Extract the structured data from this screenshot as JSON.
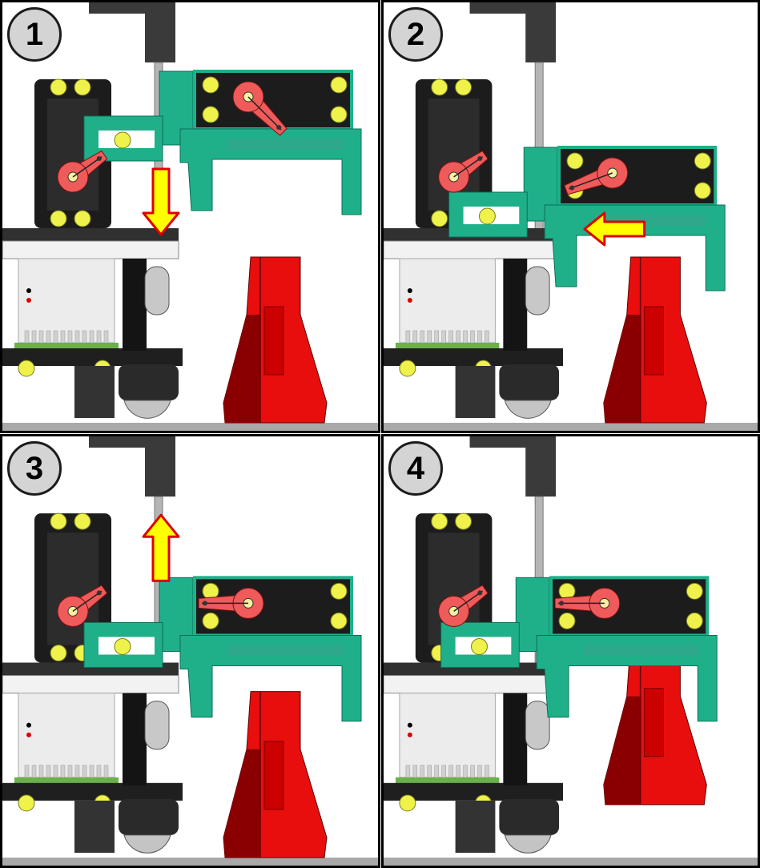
{
  "colors": {
    "green": "#1fb08a",
    "green_dark": "#0b6e55",
    "red": "#e80e0e",
    "red_dark": "#8a0000",
    "servo_black": "#1c1c1c",
    "screw_yellow": "#eef24a",
    "horn": "#ef5a5a",
    "arrow_fill": "#ffff00",
    "arrow_stroke": "#e00000",
    "plate": "#f2f2f2",
    "board": "#6bb04a",
    "ball": "#c4c4c4",
    "gray": "#555555"
  },
  "panels": [
    {
      "label": "1",
      "arrow_direction": "down",
      "arm_state": "lowered",
      "horn_angle": 45,
      "target_gripped": false,
      "target_lifted": false
    },
    {
      "label": "2",
      "arrow_direction": "left",
      "arm_state": "lowered",
      "horn_angle": 160,
      "target_gripped": false,
      "target_lifted": false
    },
    {
      "label": "3",
      "arrow_direction": "up",
      "arm_state": "gripping",
      "horn_angle": 180,
      "target_gripped": true,
      "target_lifted": false
    },
    {
      "label": "4",
      "arrow_direction": "none",
      "arm_state": "raised",
      "horn_angle": 180,
      "target_gripped": true,
      "target_lifted": true
    }
  ],
  "icons": {
    "arrow": "block-arrow-icon",
    "servo_horn": "servo-horn-icon",
    "screw": "screw-head-icon"
  }
}
